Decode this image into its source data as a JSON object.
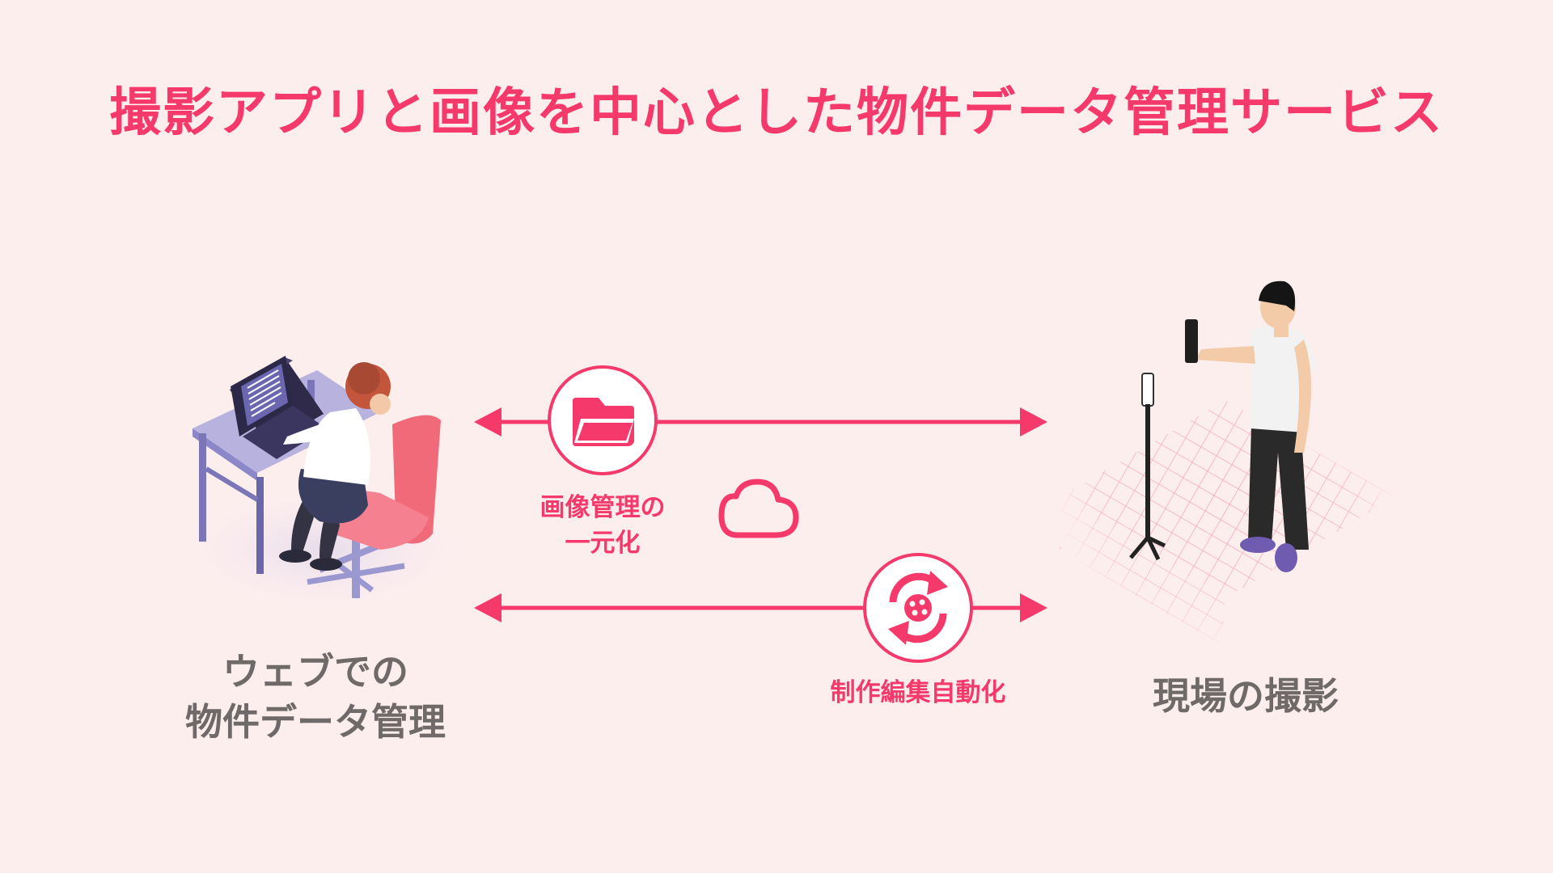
{
  "title": "撮影アプリと画像を中心とした物件データ管理サービス",
  "left_label": {
    "line1": "ウェブでの",
    "line2": "物件データ管理"
  },
  "right_label": "現場の撮影",
  "top_flow_label": {
    "line1": "画像管理の",
    "line2": "一元化"
  },
  "bottom_flow_label": "制作編集自動化",
  "icons": [
    "folder-icon",
    "cloud-icon",
    "sync-icon"
  ],
  "colors": {
    "accent": "#f53a6b",
    "background": "#fdeeee",
    "text_grey": "#6f6a69"
  }
}
